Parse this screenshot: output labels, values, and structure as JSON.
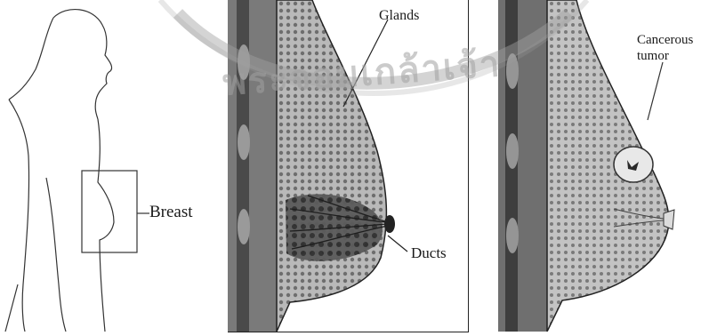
{
  "figure": {
    "labels": {
      "breast": "Breast",
      "glands": "Glands",
      "ducts": "Ducts",
      "tumor_line1": "Cancerous",
      "tumor_line2": "tumor"
    },
    "watermark": {
      "line1": "พระจอมเกล้าเจ้า"
    },
    "colors": {
      "ink": "#1a1a1a",
      "tissue_dark": "#3a3a3a",
      "tissue_mid": "#8a8a8a",
      "tissue_light": "#cfcfcf",
      "watermark": "#a0a0a0"
    },
    "icons": [
      "woman-silhouette",
      "breast-cross-section",
      "tumor-cross-section"
    ]
  }
}
